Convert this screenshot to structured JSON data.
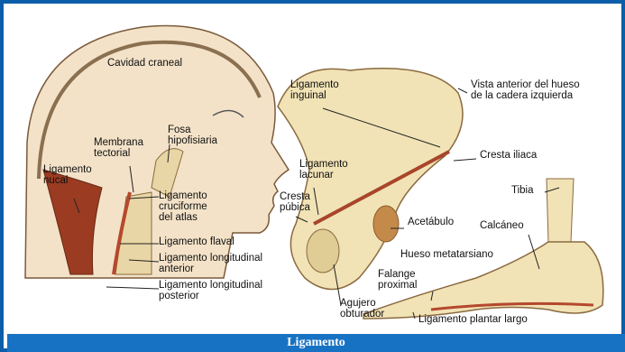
{
  "labels": {
    "cavidad_craneal": "Cavidad craneal",
    "fosa_hipofisiaria": "Fosa\nhipofisiaria",
    "membrana_tectorial": "Membrana\ntectorial",
    "ligamento_nucal": "Ligamento\nnucal",
    "ligamento_cruciforme": "Ligamento\ncruciforme\ndel atlas",
    "ligamento_flaval": "Ligamento flaval",
    "ligamento_long_anterior": "Ligamento longitudinal\nanterior",
    "ligamento_long_posterior": "Ligamento longitudinal\nposterior",
    "ligamento_inguinal": "Ligamento\ninguinal",
    "ligamento_lacunar": "Ligamento\nlacunar",
    "cresta_pubica": "Cresta\npúbica",
    "acetabulo": "Acetábulo",
    "agujero_obturador": "Agujero\nobturador",
    "vista_anterior": "Vista anterior del hueso\nde la cadera izquierda",
    "cresta_iliaca": "Cresta iliaca",
    "tibia": "Tibia",
    "calcaneo": "Calcáneo",
    "hueso_metatarsiano": "Hueso metatarsiano",
    "falange_proximal": "Falange\nproximal",
    "ligamento_plantar_largo": "Ligamento plantar largo"
  },
  "caption": "Ligamento",
  "colors": {
    "border": "#0d5ea8",
    "caption_bar": "#1872c4",
    "bone": "#f1e3b6",
    "ligament": "#b5482d",
    "skin": "#f3e2c8"
  }
}
